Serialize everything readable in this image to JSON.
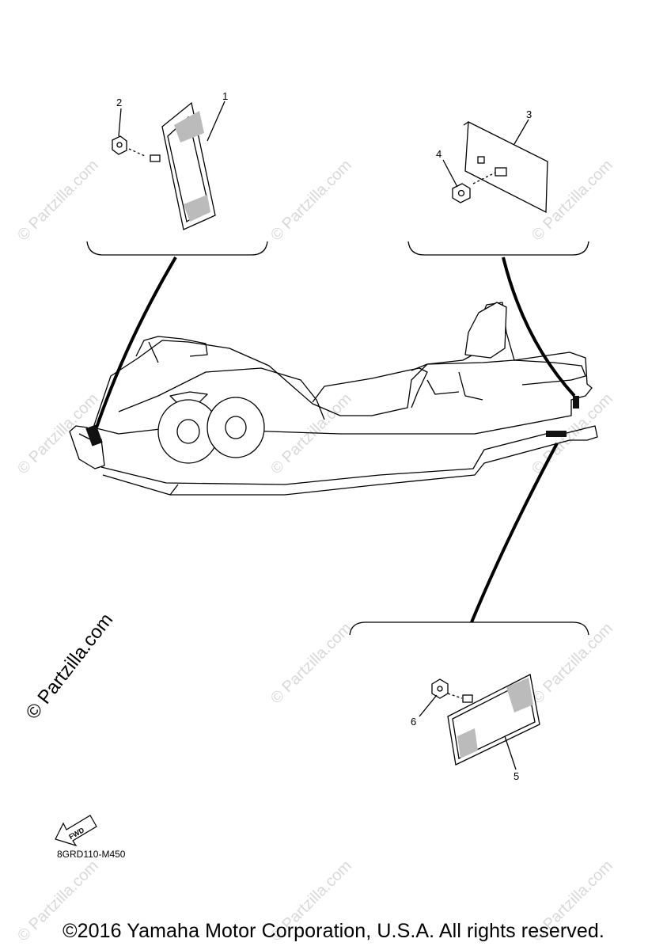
{
  "callouts": {
    "p1": "1",
    "p2": "2",
    "p3": "3",
    "p4": "4",
    "p5": "5",
    "p6": "6"
  },
  "fwd_label": "FWD",
  "drawing_code": "8GRD110-M450",
  "watermark": "© Partzilla.com",
  "copyright": "©2016 Yamaha Motor Corporation, U.S.A. All rights reserved."
}
